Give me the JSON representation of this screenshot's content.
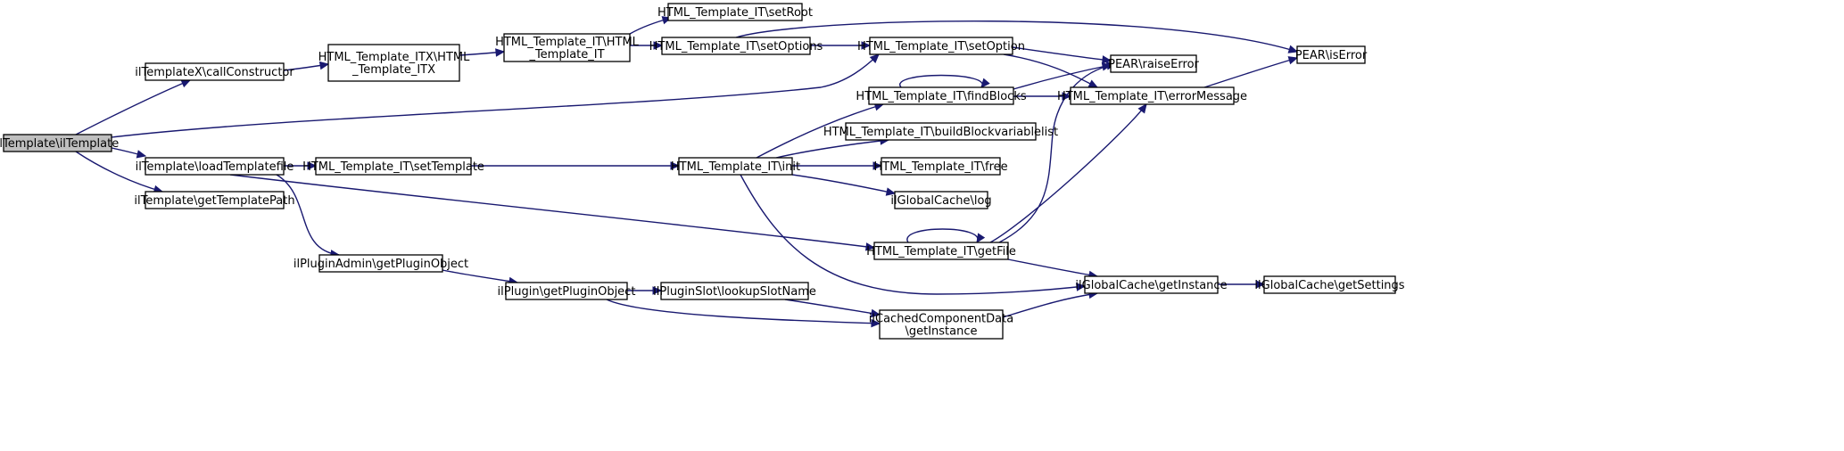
{
  "graph": {
    "type": "call-graph",
    "nodes": [
      {
        "id": "n0",
        "lines": [
          "ilTemplate\\ilTemplate"
        ],
        "current": true
      },
      {
        "id": "n1",
        "lines": [
          "ilTemplateX\\callConstructor"
        ]
      },
      {
        "id": "n2",
        "lines": [
          "HTML_Template_ITX\\HTML",
          "_Template_ITX"
        ]
      },
      {
        "id": "n3",
        "lines": [
          "HTML_Template_IT\\HTML",
          "_Template_IT"
        ]
      },
      {
        "id": "n4",
        "lines": [
          "HTML_Template_IT\\setRoot"
        ]
      },
      {
        "id": "n5",
        "lines": [
          "HTML_Template_IT\\setOptions"
        ]
      },
      {
        "id": "n6",
        "lines": [
          "HTML_Template_IT\\setOption"
        ]
      },
      {
        "id": "n7",
        "lines": [
          "PEAR\\isError"
        ]
      },
      {
        "id": "n8",
        "lines": [
          "PEAR\\raiseError"
        ]
      },
      {
        "id": "n9",
        "lines": [
          "HTML_Template_IT\\findBlocks"
        ]
      },
      {
        "id": "n10",
        "lines": [
          "HTML_Template_IT\\errorMessage"
        ]
      },
      {
        "id": "n11",
        "lines": [
          "HTML_Template_IT\\buildBlockvariablelist"
        ]
      },
      {
        "id": "n12",
        "lines": [
          "ilTemplate\\loadTemplatefile"
        ]
      },
      {
        "id": "n13",
        "lines": [
          "HTML_Template_IT\\setTemplate"
        ]
      },
      {
        "id": "n14",
        "lines": [
          "HTML_Template_IT\\init"
        ]
      },
      {
        "id": "n15",
        "lines": [
          "HTML_Template_IT\\free"
        ]
      },
      {
        "id": "n16",
        "lines": [
          "ilGlobalCache\\log"
        ]
      },
      {
        "id": "n17",
        "lines": [
          "ilTemplate\\getTemplatePath"
        ]
      },
      {
        "id": "n18",
        "lines": [
          "HTML_Template_IT\\getFile"
        ]
      },
      {
        "id": "n19",
        "lines": [
          "ilPluginAdmin\\getPluginObject"
        ]
      },
      {
        "id": "n20",
        "lines": [
          "ilPlugin\\getPluginObject"
        ]
      },
      {
        "id": "n21",
        "lines": [
          "ilPluginSlot\\lookupSlotName"
        ]
      },
      {
        "id": "n22",
        "lines": [
          "ilCachedComponentData",
          "\\getInstance"
        ]
      },
      {
        "id": "n23",
        "lines": [
          "ilGlobalCache\\getInstance"
        ]
      },
      {
        "id": "n24",
        "lines": [
          "ilGlobalCache\\getSettings"
        ]
      }
    ],
    "edges": [
      [
        "n0",
        "n1"
      ],
      [
        "n0",
        "n6"
      ],
      [
        "n0",
        "n12"
      ],
      [
        "n0",
        "n17"
      ],
      [
        "n1",
        "n2"
      ],
      [
        "n2",
        "n3"
      ],
      [
        "n3",
        "n4"
      ],
      [
        "n3",
        "n5"
      ],
      [
        "n5",
        "n6"
      ],
      [
        "n5",
        "n7"
      ],
      [
        "n6",
        "n8"
      ],
      [
        "n6",
        "n10"
      ],
      [
        "n9",
        "n9"
      ],
      [
        "n9",
        "n8"
      ],
      [
        "n9",
        "n10"
      ],
      [
        "n10",
        "n7"
      ],
      [
        "n12",
        "n13"
      ],
      [
        "n12",
        "n18"
      ],
      [
        "n12",
        "n19"
      ],
      [
        "n13",
        "n14"
      ],
      [
        "n14",
        "n9"
      ],
      [
        "n14",
        "n11"
      ],
      [
        "n14",
        "n15"
      ],
      [
        "n14",
        "n16"
      ],
      [
        "n14",
        "n23"
      ],
      [
        "n18",
        "n18"
      ],
      [
        "n18",
        "n8"
      ],
      [
        "n18",
        "n10"
      ],
      [
        "n18",
        "n23"
      ],
      [
        "n19",
        "n20"
      ],
      [
        "n20",
        "n21"
      ],
      [
        "n20",
        "n22"
      ],
      [
        "n21",
        "n22"
      ],
      [
        "n22",
        "n23"
      ],
      [
        "n23",
        "n24"
      ]
    ]
  }
}
